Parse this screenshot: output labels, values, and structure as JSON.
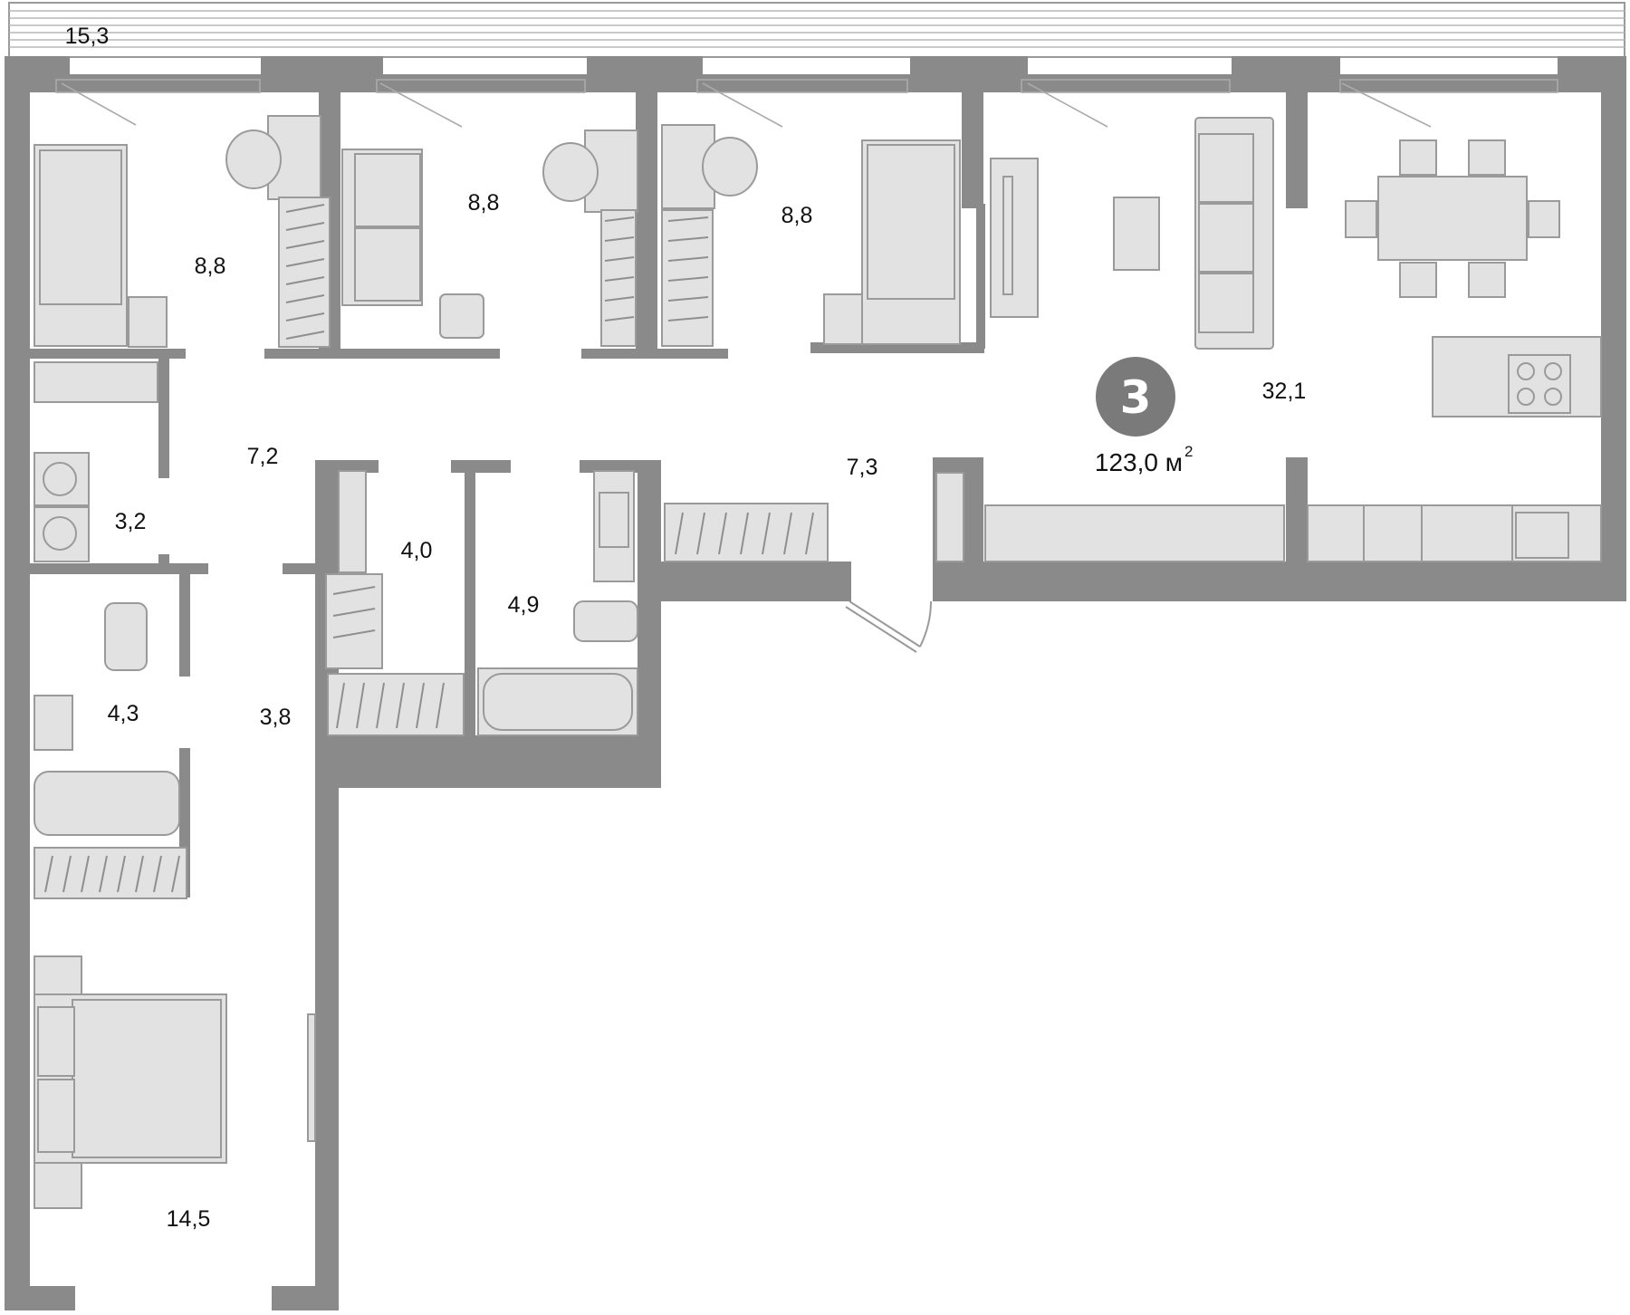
{
  "apartment": {
    "rooms_count": "3",
    "total_area_value": "123,0 м",
    "total_area_unit_power": "2"
  },
  "rooms": [
    {
      "id": "balcony",
      "area": "15,3"
    },
    {
      "id": "bedroom-1",
      "area": "8,8"
    },
    {
      "id": "bedroom-2",
      "area": "8,8"
    },
    {
      "id": "bedroom-3",
      "area": "8,8"
    },
    {
      "id": "living-kitchen",
      "area": "32,1"
    },
    {
      "id": "hall-left",
      "area": "7,2"
    },
    {
      "id": "laundry",
      "area": "3,2"
    },
    {
      "id": "wardrobe",
      "area": "4,0"
    },
    {
      "id": "bathroom-center",
      "area": "4,9"
    },
    {
      "id": "hall-right",
      "area": "7,3"
    },
    {
      "id": "bathroom-left",
      "area": "4,3"
    },
    {
      "id": "corridor",
      "area": "3,8"
    },
    {
      "id": "master-bedroom",
      "area": "14,5"
    }
  ],
  "colors": {
    "wall": "#8a8a8a",
    "furniture_fill": "#e2e2e2",
    "furniture_stroke": "#9a9a9a",
    "badge": "#7a7a7a",
    "background": "#ffffff"
  }
}
